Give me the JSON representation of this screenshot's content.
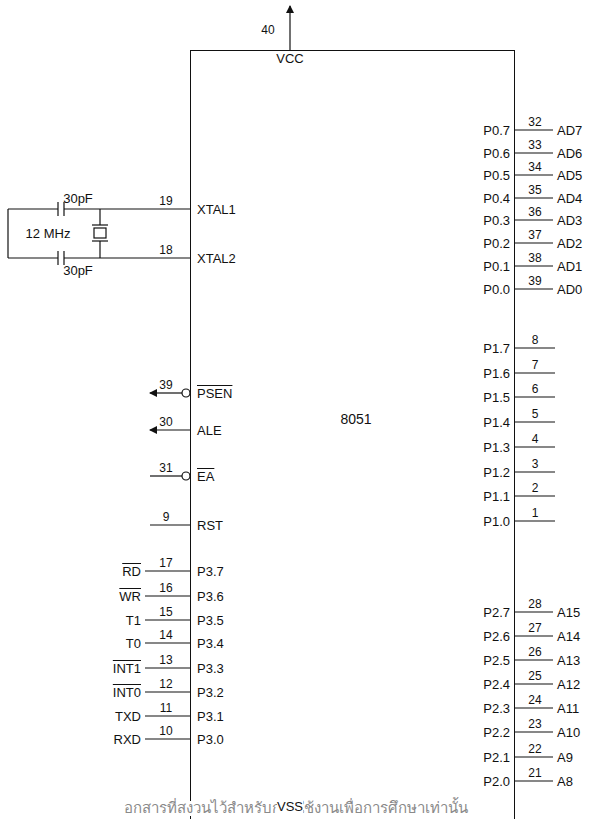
{
  "diagram": {
    "nodes": [
      {
        "text": [
          "8051"
        ]
      }
    ],
    "labels": [
      "VCC",
      "40",
      "30pF",
      "12 MHz",
      "30pF",
      "19",
      "XTAL1",
      "18",
      "XTAL2",
      "39",
      "PSEN",
      "30",
      "ALE",
      "31",
      "EA",
      "9",
      "RST",
      "17",
      "P3.7",
      "RD",
      "16",
      "P3.6",
      "WR",
      "15",
      "P3.5",
      "T1",
      "14",
      "P3.4",
      "T0",
      "13",
      "P3.3",
      "INT1",
      "12",
      "P3.2",
      "INT0",
      "11",
      "P3.1",
      "TXD",
      "10",
      "P3.0",
      "RXD",
      "P0.7",
      "32",
      "AD7",
      "P0.6",
      "33",
      "AD6",
      "P0.5",
      "34",
      "AD5",
      "P0.4",
      "35",
      "AD4",
      "P0.3",
      "36",
      "AD3",
      "P0.2",
      "37",
      "AD2",
      "P0.1",
      "38",
      "AD1",
      "P0.0",
      "39",
      "AD0",
      "P1.7",
      "8",
      "P1.6",
      "7",
      "P1.5",
      "6",
      "P1.4",
      "5",
      "P1.3",
      "4",
      "P1.2",
      "3",
      "P1.1",
      "2",
      "P1.0",
      "1",
      "P2.7",
      "28",
      "A15",
      "P2.6",
      "27",
      "A14",
      "P2.5",
      "26",
      "A13",
      "P2.4",
      "25",
      "A12",
      "P2.3",
      "24",
      "A11",
      "P2.2",
      "23",
      "A10",
      "P2.1",
      "22",
      "A9",
      "P2.0",
      "21",
      "A8",
      "VSS",
      "อกสารที่สงวนไว้สำหรับการใช้งานเพื่อการศึกษาเท่านั้น"
    ]
  }
}
